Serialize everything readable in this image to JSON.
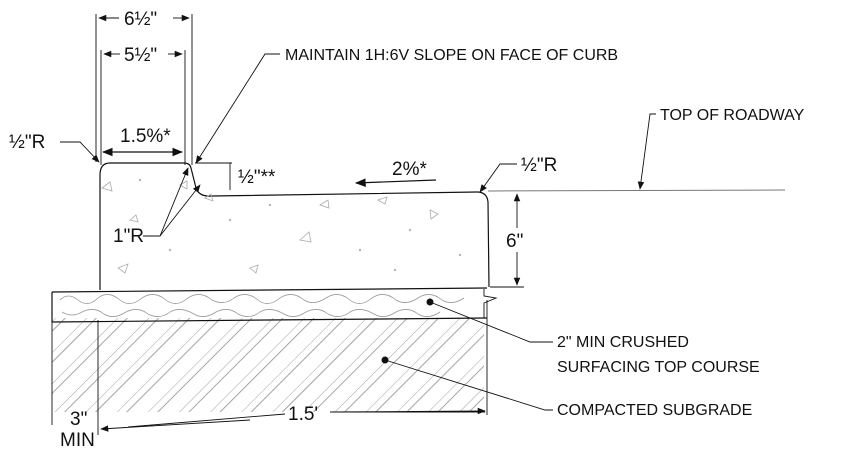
{
  "diagram": {
    "dimensions": {
      "top_width_outer": "6½\"",
      "top_width_inner": "5½\"",
      "slope_top": "1.5%*",
      "radius_left": "½\"R",
      "radius_right": "½\"R",
      "face_step": "½\"**",
      "radius_inner": "1\"R",
      "roadway_slope": "2%*",
      "curb_height": "6\"",
      "base_depth": "3\"",
      "base_depth_min": "MIN",
      "base_width": "1.5'"
    },
    "notes": {
      "face_slope": "MAINTAIN 1H:6V SLOPE ON FACE OF CURB",
      "top_of_roadway": "TOP OF ROADWAY",
      "crushed_line1": "2\" MIN CRUSHED",
      "crushed_line2": "SURFACING TOP COURSE",
      "subgrade": "COMPACTED SUBGRADE"
    }
  }
}
